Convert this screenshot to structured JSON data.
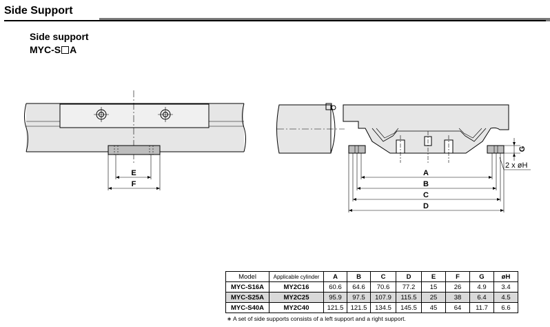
{
  "header": {
    "title": "Side Support"
  },
  "subtitle": {
    "line1": "Side support",
    "line2_prefix": "MYC-S",
    "line2_suffix": "A"
  },
  "dimensions": {
    "E": "E",
    "F": "F",
    "A": "A",
    "B": "B",
    "C": "C",
    "D": "D",
    "G": "G",
    "H": "2 x øH"
  },
  "table": {
    "headers": [
      "Model",
      "Applicable cylinder",
      "A",
      "B",
      "C",
      "D",
      "E",
      "F",
      "G",
      "øH"
    ],
    "rows": [
      [
        "MYC-S16A",
        "MY2C16",
        "60.6",
        "64.6",
        "70.6",
        "77.2",
        "15",
        "26",
        "4.9",
        "3.4"
      ],
      [
        "MYC-S25A",
        "MY2C25",
        "95.9",
        "97.5",
        "107.9",
        "115.5",
        "25",
        "38",
        "6.4",
        "4.5"
      ],
      [
        "MYC-S40A",
        "MY2C40",
        "121.5",
        "121.5",
        "134.5",
        "145.5",
        "45",
        "64",
        "11.7",
        "6.6"
      ]
    ]
  },
  "footnote": "∗  A set of side supports consists of a left support and a right support.",
  "colors": {
    "body_fill": "#e6e6e6",
    "support_fill": "#bdbdbd",
    "header_bar": "#7a7a7a",
    "row_highlight": "#d9d9d9"
  }
}
